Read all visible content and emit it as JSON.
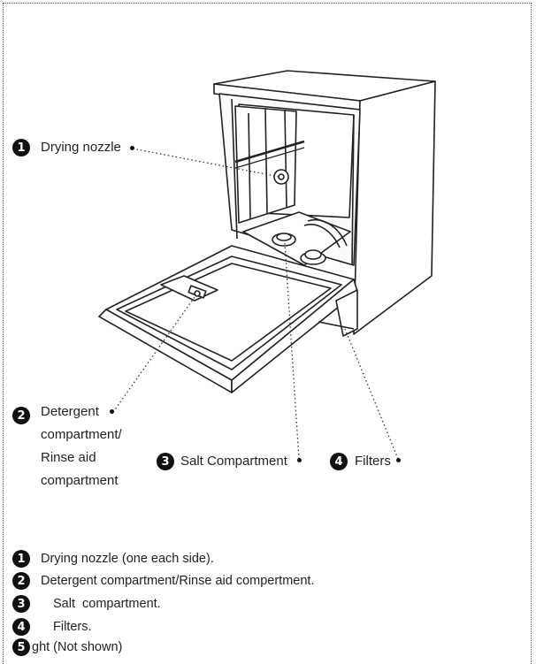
{
  "callouts": [
    {
      "num": "1",
      "label": "Drying nozzle"
    },
    {
      "num": "2",
      "label_lines": [
        "Detergent",
        "compartment/",
        "Rinse aid",
        "compartment"
      ]
    },
    {
      "num": "3",
      "label": "Salt Compartment"
    },
    {
      "num": "4",
      "label": "Filters"
    }
  ],
  "legend": [
    {
      "num": "1",
      "text": "Drying nozzle (one each side)."
    },
    {
      "num": "2",
      "text": "Detergent compartment/Rinse aid compertment."
    },
    {
      "num": "3",
      "text": "Salt  compartment."
    },
    {
      "num": "4",
      "text": "Filters."
    },
    {
      "num": "5",
      "text": "ght (Not shown)"
    }
  ]
}
